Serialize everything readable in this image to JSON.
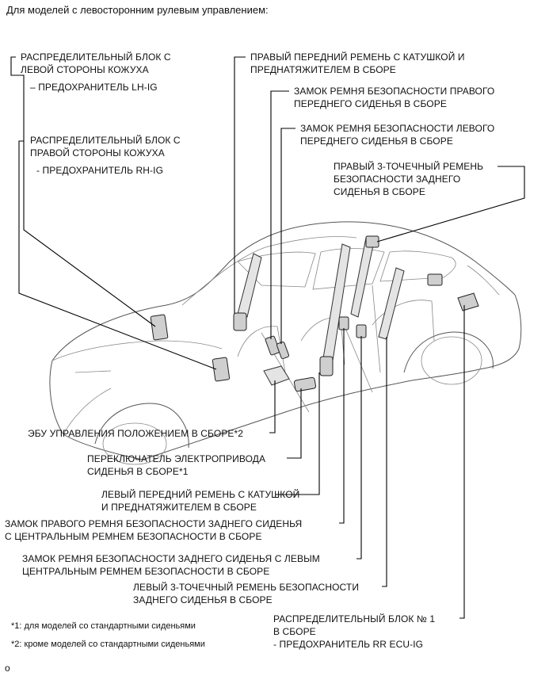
{
  "header": "Для моделей с левосторонним рулевым управлением:",
  "labels": {
    "lh_block": {
      "line1": "РАСПРЕДЕЛИТЕЛЬНЫЙ БЛОК С",
      "line2": "ЛЕВОЙ СТОРОНЫ КОЖУХА",
      "sub": "– ПРЕДОХРАНИТЕЛЬ LH-IG"
    },
    "rh_block": {
      "line1": "РАСПРЕДЕЛИТЕЛЬНЫЙ БЛОК С",
      "line2": "ПРАВОЙ СТОРОНЫ КОЖУХА",
      "sub": "- ПРЕДОХРАНИТЕЛЬ RH-IG"
    },
    "right_front_belt": {
      "line1": "ПРАВЫЙ ПЕРЕДНИЙ РЕМЕНЬ С КАТУШКОЙ И",
      "line2": "ПРЕДНАТЯЖИТЕЛЕМ В СБОРЕ"
    },
    "right_front_buckle": {
      "line1": "ЗАМОК РЕМНЯ БЕЗОПАСНОСТИ ПРАВОГО",
      "line2": "ПЕРЕДНЕГО СИДЕНЬЯ В СБОРЕ"
    },
    "left_front_buckle": {
      "line1": "ЗАМОК РЕМНЯ БЕЗОПАСНОСТИ ЛЕВОГО",
      "line2": "ПЕРЕДНЕГО СИДЕНЬЯ В СБОРЕ"
    },
    "right_rear_belt": {
      "line1": "ПРАВЫЙ 3-ТОЧЕЧНЫЙ РЕМЕНЬ",
      "line2": "БЕЗОПАСНОСТИ ЗАДНЕГО",
      "line3": "СИДЕНЬЯ В СБОРЕ"
    },
    "ecu": {
      "line1": "ЭБУ УПРАВЛЕНИЯ ПОЛОЖЕНИЕМ В СБОРЕ*2"
    },
    "seat_switch": {
      "line1": "ПЕРЕКЛЮЧАТЕЛЬ ЭЛЕКТРОПРИВОДА",
      "line2": "СИДЕНЬЯ В СБОРЕ*1"
    },
    "left_front_belt": {
      "line1": "ЛЕВЫЙ ПЕРЕДНИЙ РЕМЕНЬ С КАТУШКОЙ",
      "line2": "И ПРЕДНАТЯЖИТЕЛЕМ В СБОРЕ"
    },
    "right_rear_buckle": {
      "line1": "ЗАМОК ПРАВОГО РЕМНЯ БЕЗОПАСНОСТИ ЗАДНЕГО СИДЕНЬЯ",
      "line2": "С ЦЕНТРАЛЬНЫМ РЕМНЕМ БЕЗОПАСНОСТИ В СБОРЕ"
    },
    "left_rear_buckle": {
      "line1": "ЗАМОК РЕМНЯ БЕЗОПАСНОСТИ ЗАДНЕГО СИДЕНЬЯ С ЛЕВЫМ",
      "line2": "ЦЕНТРАЛЬНЫМ РЕМНЕМ БЕЗОПАСНОСТИ В СБОРЕ"
    },
    "left_rear_belt": {
      "line1": "ЛЕВЫЙ 3-ТОЧЕЧНЫЙ РЕМЕНЬ БЕЗОПАСНОСТИ",
      "line2": "ЗАДНЕГО СИДЕНЬЯ В СБОРЕ"
    },
    "rr_block": {
      "line1": "РАСПРЕДЕЛИТЕЛЬНЫЙ БЛОК № 1",
      "line2": "В СБОРЕ",
      "sub": "- ПРЕДОХРАНИТЕЛЬ RR ECU-IG"
    }
  },
  "notes": {
    "n1": "*1: для моделей со стандартными сиденьями",
    "n2": "*2: кроме моделей со стандартными сиденьями"
  },
  "footer_mark": "o"
}
